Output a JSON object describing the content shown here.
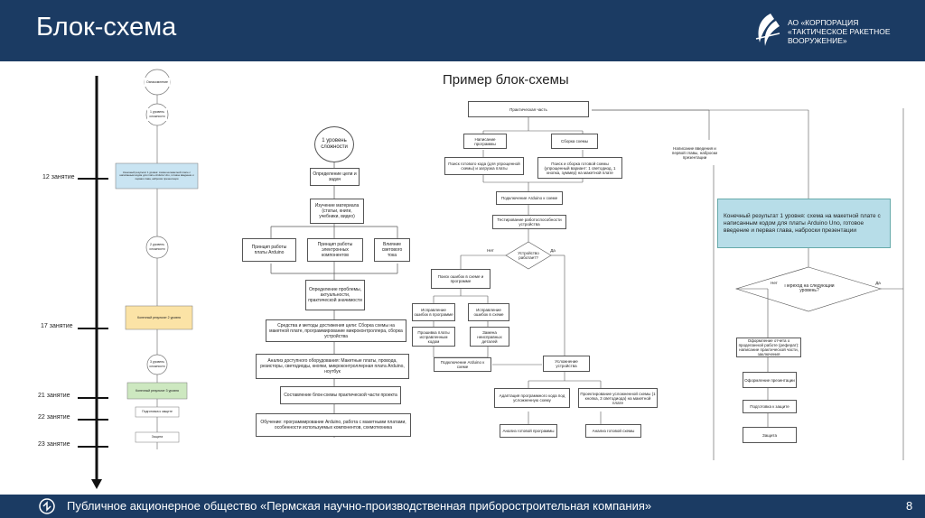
{
  "header": {
    "title": "Блок-схема",
    "company_lines": [
      "АО «КОРПОРАЦИЯ",
      "«ТАКТИЧЕСКОЕ РАКЕТНОЕ",
      "ВООРУЖЕНИЕ»"
    ]
  },
  "caption": "Пример блок-схемы",
  "timeline": {
    "labels": [
      "12 занятие",
      "17 занятие",
      "21 занятие",
      "22 занятие",
      "23 занятие"
    ]
  },
  "left_diagram": {
    "nodes": [
      "Ознакомление",
      "1 уровень сложности",
      "Конечный результат 1 уровня: схема на макетной плате с написанным кодом для платы Arduino Uno, готовое введение и первая глава, наброски презентации",
      "2 уровень сложности",
      "Конечный результат 2 уровня",
      "3 уровень сложности",
      "Конечный результат 3 уровня",
      "Подготовка к защите",
      "Защита"
    ]
  },
  "middle_diagram": {
    "start": "1 уровень сложности",
    "goals": "Определение цели и задач",
    "materials": "Изучение материала (статьи, книги, учебники, видео)",
    "branches": [
      "Принцип работы платы Arduino",
      "Принцип работы электронных компонентов",
      "Влияние светового тока"
    ],
    "problem": "Определение проблемы, актуальности, практической значимости",
    "means": "Средства и методы достижения цели: Сборка схемы на макетной плате, программирование микроконтроллера, сборка устройства",
    "analysis": "Анализ доступного оборудования: Макетные платы, провода, резисторы, светодиоды, кнопки, микроконтроллерная плата Arduino, ноутбук",
    "scheme": "Составление блок-схемы практической части проекта",
    "training": "Обучение: программирование Arduino, работа с макетными платами, особенности используемых компонентов, схемотехника"
  },
  "right_diagram": {
    "practical": "Практическая часть",
    "writing": "Написание программы",
    "assembly": "Сборка схемы",
    "intro": "Написание введения и первой главы, наброски презентации",
    "search_code": "Поиск готового кода (для упрощенной схемы) и загрузка платы",
    "search_scheme": "Поиск и сборка готовой схемы (упрощенный вариант: 1 светодиод, 1 кнопка, зуммер) на макетной плате",
    "connect": "Подключение Arduino к схеме",
    "testing": "Тестирование работоспособности устройства",
    "works_q": "Устройство работает?",
    "no": "Нет",
    "yes": "Да",
    "find_errors": "Поиск ошибок в схеме и программе",
    "fix_code": "Исправление ошибок в программе",
    "fix_scheme": "Исправление ошибок в схеме",
    "flash": "Прошивка платы исправленным кодом",
    "replace": "Замена неисправных деталей",
    "reconnect": "Подключение Arduino к схеме",
    "complicate": "Усложнение устройства",
    "adapt_code": "Адаптация программного кода под усложненную схему",
    "design": "Проектирование усложненной схемы (1 кнопка, 3 светодиода) на макетной плате",
    "analysis_code": "Анализ готовой программы",
    "analysis_scheme": "Анализ готовой схемы",
    "result": "Конечный результат 1 уровня: схема на макетной плате с написанным кодом для платы Arduino Uno, готовое введение и первая глава, наброски презентации",
    "next_q": "Переход на следующий уровень?",
    "report": "Оформление отчета о проделанной работе (реферат): написание практической части, заключения",
    "presentation": "Оформление презентации",
    "prep": "Подготовка к защите",
    "defense": "Защита"
  },
  "footer": {
    "text": "Публичное акционерное общество «Пермская научно-производственная приборостроительная компания»",
    "page": "8"
  },
  "colors": {
    "header_bg": "#1b3b63",
    "result_fill": "#b7dde8",
    "level1_fill": "#c9e4f2",
    "level2_fill": "#fbe3a6",
    "level3_fill": "#cde8c0"
  }
}
